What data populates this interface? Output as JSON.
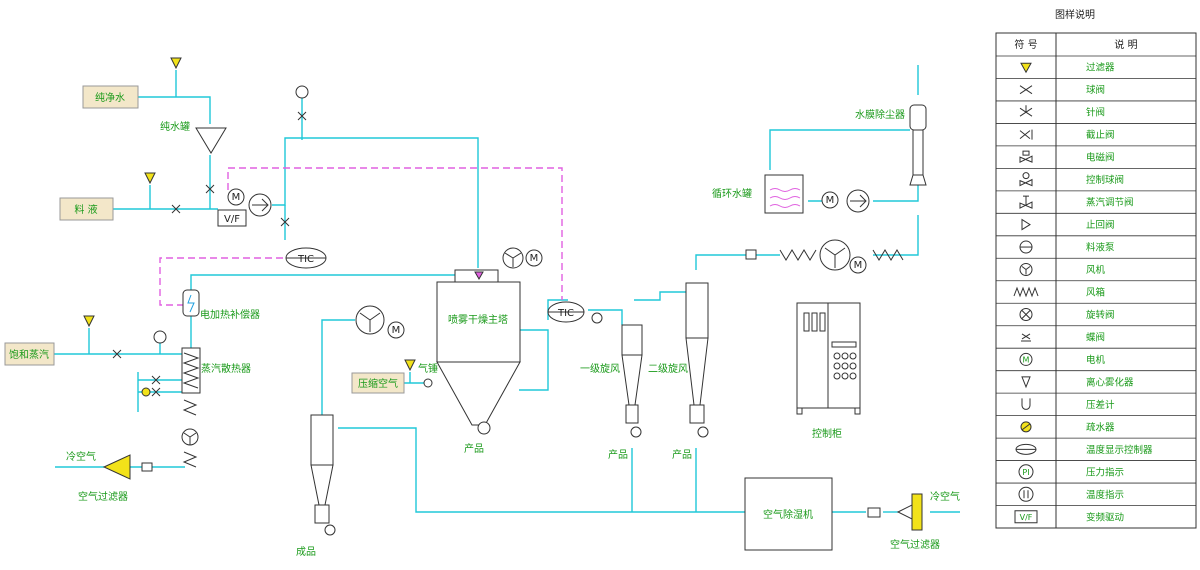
{
  "labels": {
    "pure_water": "纯净水",
    "pure_water_tank": "纯水罐",
    "feed": "料 液",
    "vf": "V/F",
    "tic": "TIC",
    "pi": "PI",
    "m": "M",
    "electric_heater": "电加热补偿器",
    "saturated_steam": "饱和蒸汽",
    "steam_radiator": "蒸汽散热器",
    "cold_air_left": "冷空气",
    "air_filter_left": "空气过滤器",
    "main_tower": "喷雾干燥主塔",
    "compressed_air": "压缩空气",
    "air_hammer": "气锤",
    "product_tower": "产品",
    "product_bottom": "成品",
    "cyclone_1": "一级旋风",
    "cyclone_2": "二级旋风",
    "product_c1": "产品",
    "product_c2": "产品",
    "water_film_dust": "水膜除尘器",
    "circulating_tank": "循环水罐",
    "control_cabinet": "控制柜",
    "air_dehumidifier": "空气除湿机",
    "cold_air_right": "冷空气",
    "air_filter_right": "空气过滤器"
  },
  "legend": {
    "title": "图样说明",
    "col_symbol": "符 号",
    "col_desc": "说 明",
    "items": [
      {
        "icon": "filter-icon",
        "text": "过滤器"
      },
      {
        "icon": "ball-valve-icon",
        "text": "球阀"
      },
      {
        "icon": "needle-valve-icon",
        "text": "针阀"
      },
      {
        "icon": "stop-valve-icon",
        "text": "截止阀"
      },
      {
        "icon": "solenoid-valve-icon",
        "text": "电磁阀"
      },
      {
        "icon": "control-ball-valve-icon",
        "text": "控制球阀"
      },
      {
        "icon": "steam-regulating-valve-icon",
        "text": "蒸汽调节阀"
      },
      {
        "icon": "check-valve-icon",
        "text": "止回阀"
      },
      {
        "icon": "feed-pump-icon",
        "text": "料液泵"
      },
      {
        "icon": "fan-icon",
        "text": "风机"
      },
      {
        "icon": "air-duct-icon",
        "text": "风箱"
      },
      {
        "icon": "butterfly-valve-icon",
        "text": "旋转阀"
      },
      {
        "icon": "trap-icon",
        "text": "蝶阀"
      },
      {
        "icon": "motor-icon",
        "text": "电机"
      },
      {
        "icon": "centrifugal-atomizer-icon",
        "text": "离心雾化器"
      },
      {
        "icon": "pressure-gauge-icon",
        "text": "压差计"
      },
      {
        "icon": "sight-glass-icon",
        "text": "疏水器"
      },
      {
        "icon": "tic-icon",
        "text": "温度显示控制器"
      },
      {
        "icon": "pi-icon",
        "text": "压力指示"
      },
      {
        "icon": "ti-icon",
        "text": "温度指示"
      },
      {
        "icon": "vf-icon",
        "text": "变频驱动"
      }
    ]
  },
  "colors": {
    "pipe": "#20c8d8",
    "steam": "#e060e0",
    "label_green": "#1a9a1a",
    "filter_yellow": "#f2e21a",
    "label_box": "#f3e7c9"
  }
}
